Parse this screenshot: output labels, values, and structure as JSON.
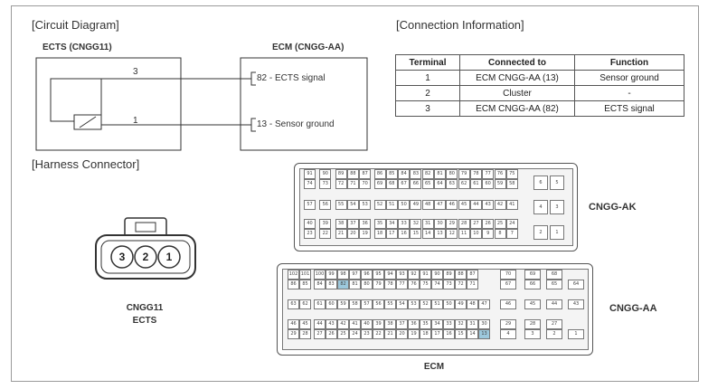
{
  "sections": {
    "circuit": "[Circuit Diagram]",
    "connection": "[Connection Information]",
    "harness": "[Harness Connector]"
  },
  "circuit": {
    "ects_title": "ECTS (CNGG11)",
    "ecm_title": "ECM (CNGG-AA)",
    "pin3": "3",
    "pin1": "1",
    "ecm_pin82": "82 - ECTS signal",
    "ecm_pin13": "13 - Sensor ground"
  },
  "table": {
    "headers": [
      "Terminal",
      "Connected to",
      "Function"
    ],
    "rows": [
      [
        "1",
        "ECM CNGG-AA (13)",
        "Sensor ground"
      ],
      [
        "2",
        "Cluster",
        "-"
      ],
      [
        "3",
        "ECM CNGG-AA (82)",
        "ECTS signal"
      ]
    ]
  },
  "harness": {
    "pins": [
      "3",
      "2",
      "1"
    ],
    "connector_id": "CNGG11",
    "connector_name": "ECTS"
  },
  "ecm": {
    "ak_label": "CNGG-AK",
    "aa_label": "CNGG-AA",
    "ecm_label": "ECM",
    "ak_rows": [
      [
        "91",
        "90",
        "89",
        "88",
        "87",
        "86",
        "85",
        "84",
        "83",
        "82",
        "81",
        "80",
        "79",
        "78",
        "77",
        "76",
        "75"
      ],
      [
        "74",
        "73",
        "72",
        "71",
        "70",
        "69",
        "68",
        "67",
        "66",
        "65",
        "64",
        "63",
        "62",
        "61",
        "60",
        "59",
        "58"
      ],
      [
        "57",
        "56",
        "55",
        "54",
        "53",
        "52",
        "51",
        "50",
        "49",
        "48",
        "47",
        "46",
        "45",
        "44",
        "43",
        "42",
        "41"
      ],
      [
        "40",
        "39",
        "38",
        "37",
        "36",
        "35",
        "34",
        "33",
        "32",
        "31",
        "30",
        "29",
        "28",
        "27",
        "26",
        "25",
        "24"
      ],
      [
        "23",
        "22",
        "21",
        "20",
        "19",
        "18",
        "17",
        "16",
        "15",
        "14",
        "13",
        "12",
        "11",
        "10",
        "9",
        "8",
        "7"
      ]
    ],
    "ak_side": [
      [
        "6",
        "5"
      ],
      [
        "4",
        "3"
      ],
      [
        "2",
        "1"
      ]
    ],
    "aa_rows": [
      [
        "102",
        "101",
        "100",
        "99",
        "98",
        "97",
        "96",
        "95",
        "94",
        "93",
        "92",
        "91",
        "90",
        "89",
        "88",
        "87"
      ],
      [
        "86",
        "85",
        "84",
        "83",
        "82",
        "81",
        "80",
        "79",
        "78",
        "77",
        "76",
        "75",
        "74",
        "73",
        "72",
        "71"
      ],
      [
        "63",
        "62",
        "61",
        "60",
        "59",
        "58",
        "57",
        "56",
        "55",
        "54",
        "53",
        "52",
        "51",
        "50",
        "49",
        "48",
        "47"
      ],
      [
        "46",
        "45",
        "44",
        "43",
        "42",
        "41",
        "40",
        "39",
        "38",
        "37",
        "36",
        "35",
        "34",
        "33",
        "32",
        "31",
        "30"
      ],
      [
        "29",
        "28",
        "27",
        "26",
        "25",
        "24",
        "23",
        "22",
        "21",
        "20",
        "19",
        "18",
        "17",
        "16",
        "15",
        "14",
        "13"
      ]
    ],
    "aa_side": [
      [
        "70",
        "69",
        "68"
      ],
      [
        "67",
        "66",
        "65",
        "64"
      ],
      [
        "46",
        "45",
        "44",
        "43"
      ],
      [
        "29",
        "28",
        "27"
      ],
      [
        "4",
        "3",
        "2",
        "1"
      ]
    ],
    "highlight_pins": [
      "82",
      "13"
    ]
  },
  "colors": {
    "highlight": "#9cc8dc",
    "line": "#333333"
  }
}
